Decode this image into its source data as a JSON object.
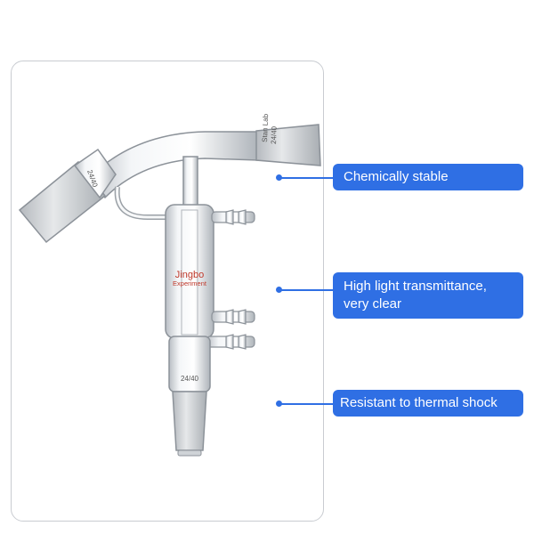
{
  "product": {
    "brand_line1": "Jingbo",
    "brand_line2": "Experiment",
    "joint_top": "24/40",
    "joint_bottom": "24/40",
    "joint_left": "24/40",
    "maker_mark": "Stan Lab"
  },
  "callouts": [
    {
      "text": "Chemically stable"
    },
    {
      "text": "High light transmittance, very clear"
    },
    {
      "text": "Resistant to thermal shock"
    }
  ],
  "colors": {
    "accent": "#2f6fe4",
    "frame": "#c9ccd1"
  }
}
